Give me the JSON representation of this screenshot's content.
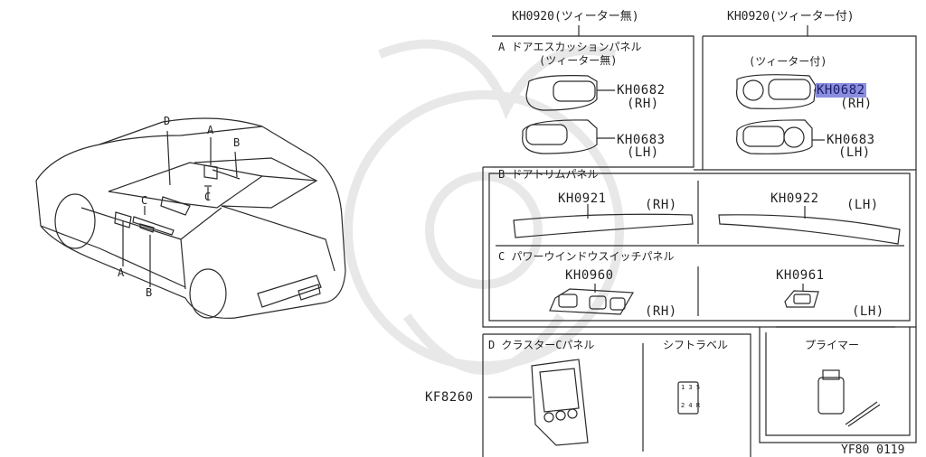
{
  "headers": {
    "no_tweeter": "KH0920(ツィーター無)",
    "with_tweeter": "KH0920(ツィーター付)"
  },
  "section_a": {
    "title": "A ドアエスカッションパネル",
    "subtitle": "(ツィーター無)",
    "subtitle_tweeter": "(ツィーター付)",
    "part_rh": "KH0682",
    "side_rh": "(RH)",
    "part_lh": "KH0683",
    "side_lh": "(LH)",
    "tw_part_rh": "KH0682",
    "tw_side_rh": "(RH)",
    "tw_part_lh": "KH0683",
    "tw_side_lh": "(LH)"
  },
  "section_b": {
    "title": "B ドアトリムパネル",
    "part_rh": "KH0921",
    "side_rh": "(RH)",
    "part_lh": "KH0922",
    "side_lh": "(LH)"
  },
  "section_c": {
    "title": "C パワーウインドウスイッチパネル",
    "part_rh": "KH0960",
    "side_rh": "(RH)",
    "part_lh": "KH0961",
    "side_lh": "(LH)"
  },
  "section_d": {
    "title": "D クラスターCパネル",
    "shift_label": "シフトラベル",
    "primer": "プライマー",
    "part": "KF8260",
    "shift_pattern_top": "1 3 5",
    "shift_pattern_bottom": "2 4 R"
  },
  "car_callouts": {
    "a_top": "A",
    "b_top": "B",
    "c_top": "C",
    "d_top": "D",
    "c_mid": "C",
    "a_bottom": "A",
    "b_bottom": "B"
  },
  "footer_code": "YF80 0119",
  "colors": {
    "line": "#2a2a2a",
    "highlight": "#8a8ee0",
    "watermark": "#e6e6e6"
  }
}
